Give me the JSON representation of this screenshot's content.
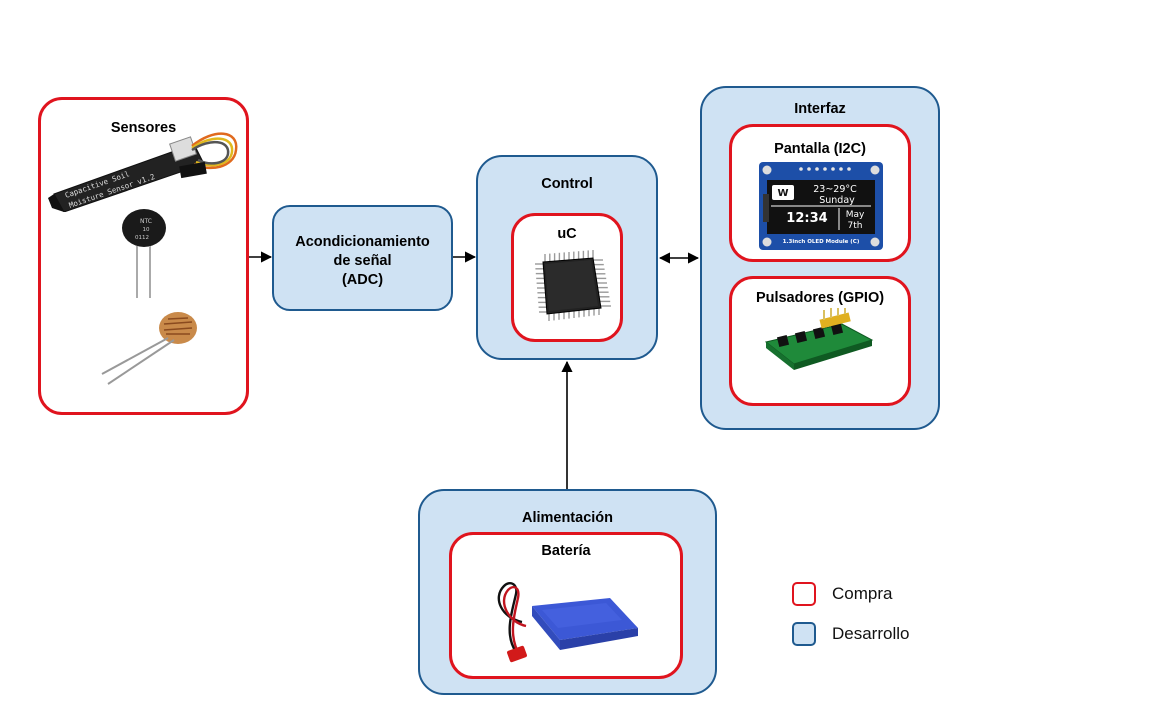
{
  "sensores": {
    "title": "Sensores"
  },
  "acond": {
    "line1": "Acondicionamiento",
    "line2": "de señal",
    "line3": "(ADC)"
  },
  "control": {
    "title": "Control",
    "uc_title": "uC"
  },
  "interfaz": {
    "title": "Interfaz",
    "pantalla_title": "Pantalla (I2C)",
    "pulsadores_title": "Pulsadores (GPIO)"
  },
  "oled": {
    "temp": "23~29°C",
    "day": "Sunday",
    "time": "12:34",
    "month": "May",
    "date": "7th",
    "caption": "1.3inch OLED Module (C)"
  },
  "sensor_text": {
    "line1": "Capacitive Soil",
    "line2": "Moisture Sensor v1.2"
  },
  "ntc": {
    "line1": "NTC",
    "line2": "10",
    "line3": "0112"
  },
  "alimentacion": {
    "title": "Alimentación",
    "bateria_title": "Batería"
  },
  "legend": {
    "compra": "Compra",
    "desarrollo": "Desarrollo"
  },
  "colors": {
    "red_border": "#e0141e",
    "blue_fill": "#cfe2f3",
    "blue_border": "#1f5a8f"
  }
}
